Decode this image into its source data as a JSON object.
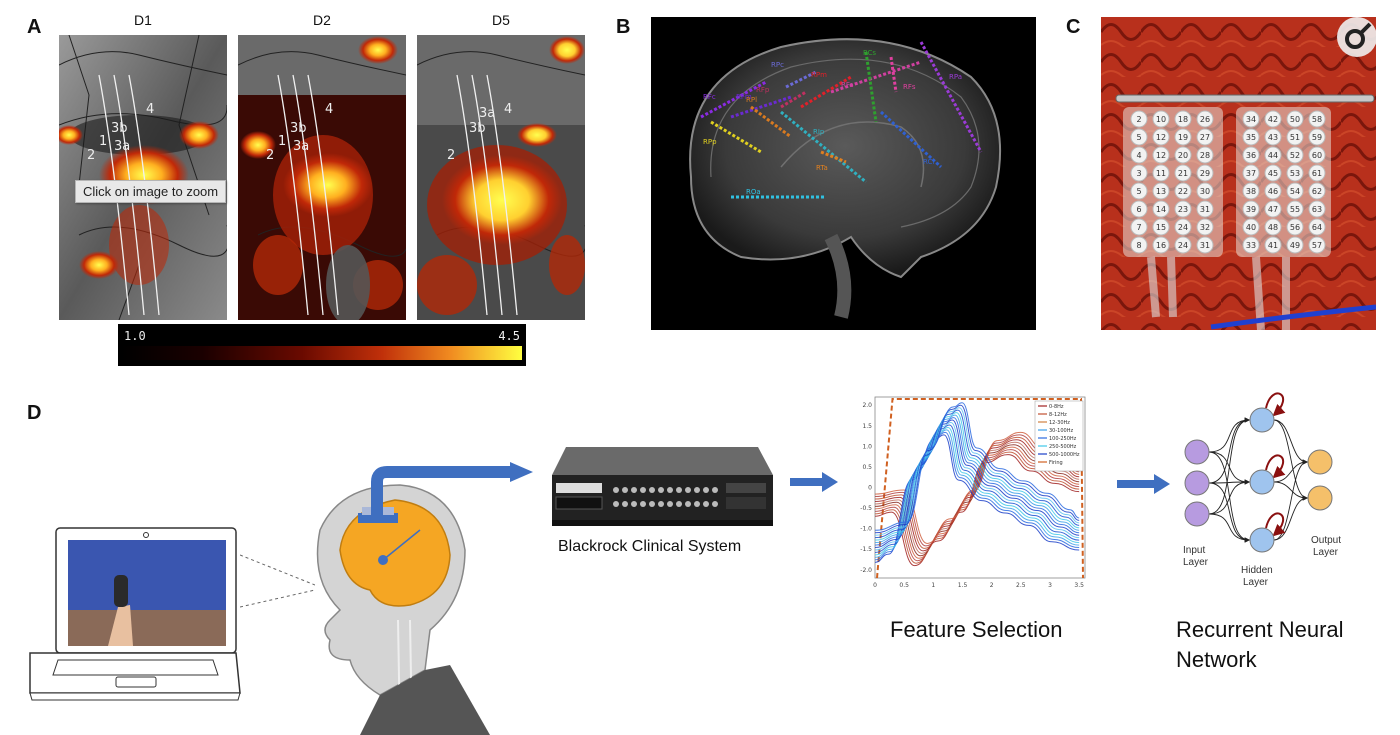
{
  "panels": {
    "a": "A",
    "b": "B",
    "c": "C",
    "d": "D"
  },
  "panel_a": {
    "digits": [
      {
        "title": "D1",
        "labels": [
          "3a",
          "4",
          "3b",
          "1",
          "2"
        ]
      },
      {
        "title": "D2",
        "labels": [
          "3a",
          "4",
          "3b",
          "1",
          "2"
        ]
      },
      {
        "title": "D5",
        "labels": [
          "3a",
          "4",
          "3b",
          "2"
        ]
      }
    ],
    "tooltip": "Click on image to zoom",
    "colorbar": {
      "min": "1.0",
      "max": "4.5"
    }
  },
  "panel_b": {
    "electrodes": [
      {
        "label": "RPc",
        "color": "#6b6bd6"
      },
      {
        "label": "RPm",
        "color": "#e0202a"
      },
      {
        "label": "RFp",
        "color": "#c03060"
      },
      {
        "label": "RFc",
        "color": "#8a2be2"
      },
      {
        "label": "RFm",
        "color": "#6a2bd0"
      },
      {
        "label": "RFa",
        "color": "#d040a0"
      },
      {
        "label": "RCs",
        "color": "#2fa02f"
      },
      {
        "label": "RFs",
        "color": "#e040a0"
      },
      {
        "label": "RPa",
        "color": "#9a3bd6"
      },
      {
        "label": "RPl",
        "color": "#d87a20"
      },
      {
        "label": "RPp",
        "color": "#e0d020"
      },
      {
        "label": "RIp",
        "color": "#30b0c0"
      },
      {
        "label": "RTa",
        "color": "#e08020"
      },
      {
        "label": "RCi",
        "color": "#3060d0"
      },
      {
        "label": "ROa",
        "color": "#30c0e0"
      }
    ]
  },
  "panel_c": {
    "array_left": [
      "2",
      "10",
      "18",
      "26",
      "5",
      "12",
      "19",
      "27",
      "4",
      "12",
      "20",
      "28",
      "3",
      "11",
      "21",
      "29",
      "5",
      "13",
      "22",
      "30",
      "6",
      "14",
      "23",
      "31",
      "7",
      "15",
      "24",
      "32",
      "8",
      "16",
      "24",
      "31"
    ],
    "array_right": [
      "34",
      "42",
      "50",
      "58",
      "35",
      "43",
      "51",
      "59",
      "36",
      "44",
      "52",
      "60",
      "37",
      "45",
      "53",
      "61",
      "38",
      "46",
      "54",
      "62",
      "39",
      "47",
      "55",
      "63",
      "40",
      "48",
      "56",
      "64",
      "33",
      "41",
      "49",
      "57"
    ]
  },
  "panel_d": {
    "device_label": "Blackrock Clinical System",
    "feature_label": "Feature Selection",
    "network_label_line1": "Recurrent Neural",
    "network_label_line2": "Network",
    "nn": {
      "input": "Input Layer",
      "hidden": "Hidden Layer",
      "output": "Output Layer"
    },
    "colors": {
      "arrow": "#3f6fc0",
      "brain": "#f5a623",
      "input_node": "#b79be0",
      "hidden_node": "#9fc4ee",
      "output_node": "#f5c06a"
    }
  },
  "chart_data": {
    "type": "line",
    "title": "",
    "xlabel": "",
    "ylabel": "",
    "xticks": [
      "0",
      "0.5",
      "1",
      "1.5",
      "2",
      "2.5",
      "3",
      "3.5"
    ],
    "yticks": [
      "2.0",
      "1.5",
      "1.0",
      "0.5",
      "0",
      "-0.5",
      "-1.0",
      "-1.5",
      "-2.0"
    ],
    "xlim": [
      0,
      3.6
    ],
    "ylim": [
      -2.2,
      2.2
    ],
    "legend": [
      "0-8Hz",
      "8-12Hz",
      "12-30Hz",
      "30-100Hz",
      "100-250Hz",
      "250-500Hz",
      "500-1000Hz",
      "Firing"
    ],
    "series_groups": [
      {
        "group": "blue",
        "x": [
          0,
          0.4,
          0.8,
          1.2,
          1.35,
          1.6,
          2.0,
          2.4,
          2.8,
          3.2,
          3.5
        ],
        "y": [
          -1.4,
          -1.2,
          0.6,
          1.6,
          1.7,
          0.6,
          0.1,
          -0.2,
          -0.5,
          -0.9,
          -1.1
        ]
      },
      {
        "group": "red",
        "x": [
          0,
          0.4,
          0.8,
          1.2,
          1.6,
          2.0,
          2.4,
          2.8,
          3.2,
          3.5
        ],
        "y": [
          -0.4,
          -0.3,
          -1.6,
          -1.0,
          -0.3,
          0.9,
          1.1,
          0.7,
          0.4,
          0.2
        ]
      }
    ]
  }
}
